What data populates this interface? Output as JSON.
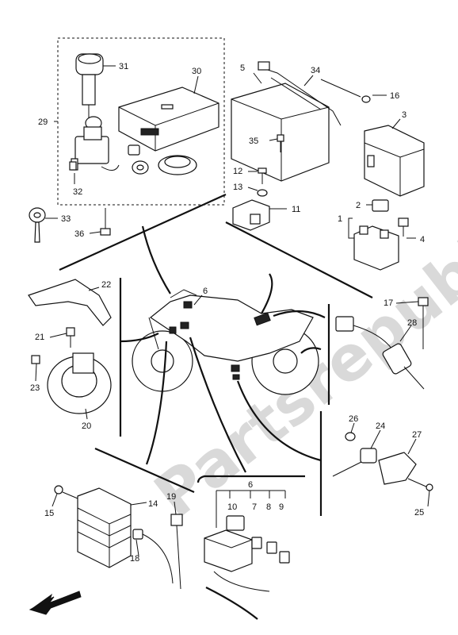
{
  "watermark": "Partsrepublik",
  "callouts": {
    "c1": "1",
    "c2": "2",
    "c3": "3",
    "c4": "4",
    "c5": "5",
    "c6a": "6",
    "c6b": "6",
    "c7": "7",
    "c8": "8",
    "c9": "9",
    "c10": "10",
    "c11": "11",
    "c12": "12",
    "c13": "13",
    "c14": "14",
    "c15": "15",
    "c16": "16",
    "c17": "17",
    "c18": "18",
    "c19": "19",
    "c20": "20",
    "c21": "21",
    "c22": "22",
    "c23": "23",
    "c24": "24",
    "c25": "25",
    "c26": "26",
    "c27": "27",
    "c28": "28",
    "c29": "29",
    "c30": "30",
    "c31": "31",
    "c32": "32",
    "c33": "33",
    "c34": "34",
    "c35": "35",
    "c36": "36"
  },
  "icons": {
    "direction": "front-arrow-icon"
  }
}
